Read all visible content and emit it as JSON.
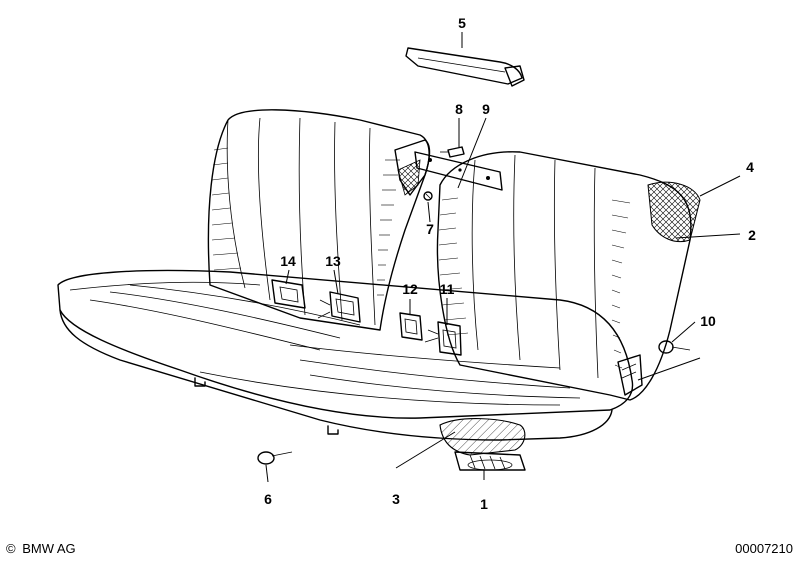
{
  "callouts": {
    "c1": "1",
    "c2": "2",
    "c3": "3",
    "c4": "4",
    "c5": "5",
    "c6": "6",
    "c7": "7",
    "c8": "8",
    "c9": "9",
    "c10": "10",
    "c11": "11",
    "c12": "12",
    "c13": "13",
    "c14": "14"
  },
  "footer": {
    "copyright_symbol": "©",
    "brand": "BMW AG",
    "diagram_number": "00007210"
  }
}
